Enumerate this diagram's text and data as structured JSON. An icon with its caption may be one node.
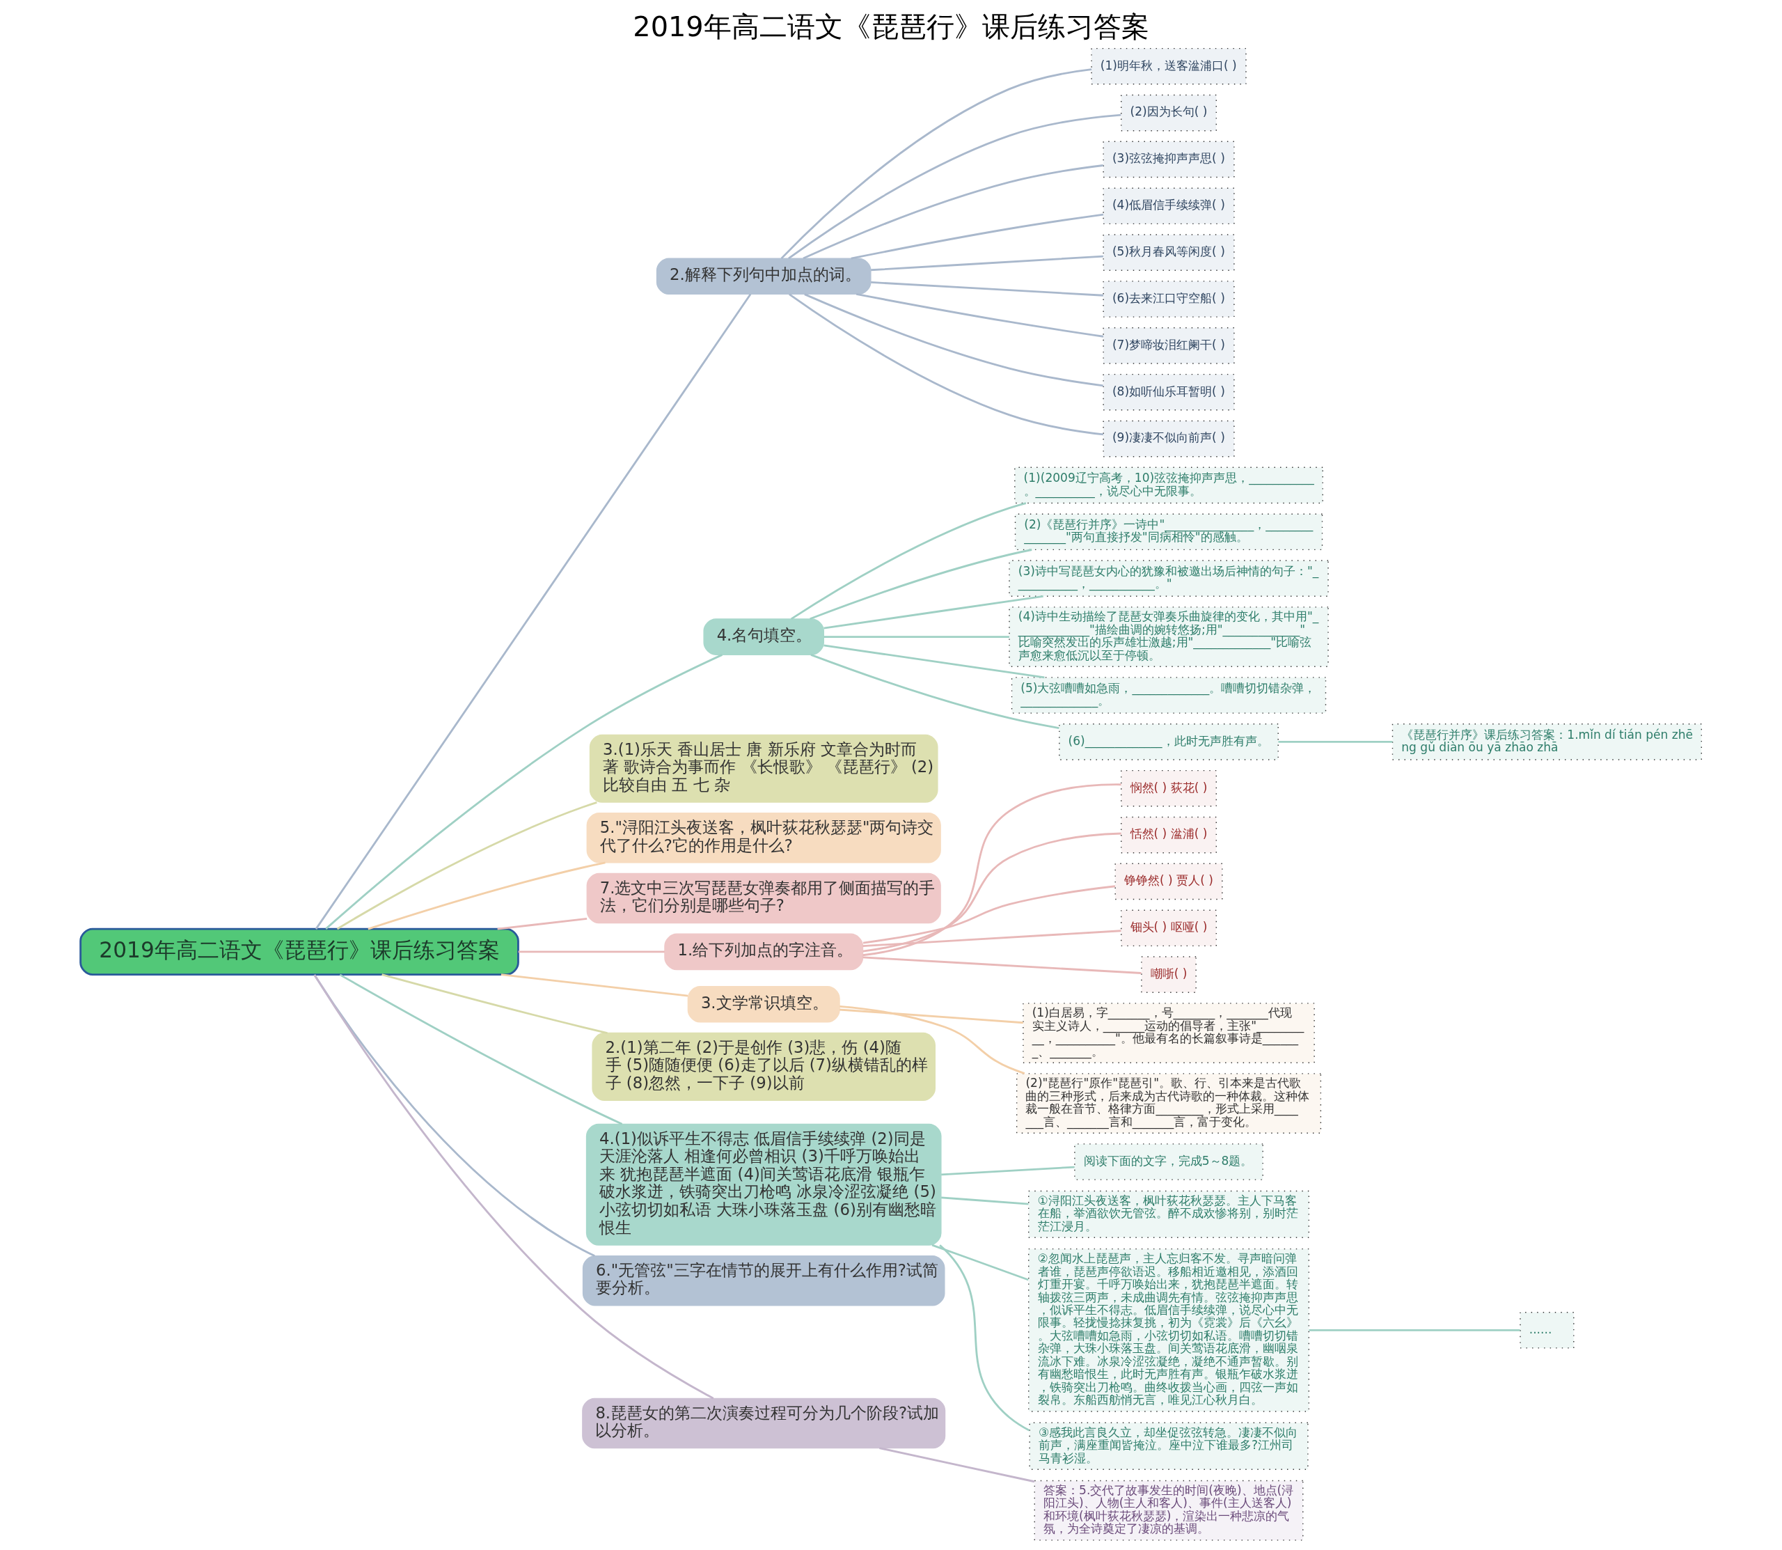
{
  "diagram": {
    "title": "2019年高二语文《琵琶行》课后练习答案",
    "nodes": [
      {
        "text": [
          "2019年高二语文《琵琶行》课后练习答案"
        ]
      },
      {
        "text": [
          "2.解释下列句中加点的词。"
        ]
      },
      {
        "text": [
          "(1)明年秋，送客湓浦口( )"
        ]
      },
      {
        "text": [
          "(2)因为长句( )"
        ]
      },
      {
        "text": [
          "(3)弦弦掩抑声声思( )"
        ]
      },
      {
        "text": [
          "(4)低眉信手续续弹( )"
        ]
      },
      {
        "text": [
          "(5)秋月春风等闲度( )"
        ]
      },
      {
        "text": [
          "(6)去来江口守空船( )"
        ]
      },
      {
        "text": [
          "(7)梦啼妆泪红阑干( )"
        ]
      },
      {
        "text": [
          "(8)如听仙乐耳暂明( )"
        ]
      },
      {
        "text": [
          "(9)凄凄不似向前声( )"
        ]
      },
      {
        "text": [
          "4.名句填空。"
        ]
      },
      {
        "text": [
          "(1)(2009辽宁高考，10)弦弦掩抑声声思，___________。__________，说尽心中无限事。"
        ]
      },
      {
        "text": [
          "(2)《琵琶行并序》一诗中\"_______________，_______________\"两句直接抒发\"同病相怜\"的感触。"
        ]
      },
      {
        "text": [
          "(3)诗中写琵琶女内心的犹豫和被邀出场后神情的句子：\"___________，___________。\""
        ]
      },
      {
        "text": [
          "(4)诗中生动描绘了琵琶女弹奏乐曲旋律的变化，其中用\"_____________\"描绘曲调的婉转悠扬;用\"_____________\"比喻突然发出的乐声雄壮激越;用\"_____________\"比喻弦声愈来愈低沉以至于停顿。"
        ]
      },
      {
        "text": [
          "(5)大弦嘈嘈如急雨，_____________。嘈嘈切切错杂弹，_____________。"
        ]
      },
      {
        "text": [
          "(6)_____________，此时无声胜有声。"
        ]
      },
      {
        "text": [
          "《琵琶行并序》课后练习答案：1.mǐn dí tián pén zhēng gǔ diàn ōu yā zhāo zhā"
        ]
      },
      {
        "text": [
          "3.(1)乐天 香山居士 唐 新乐府 文章合为时而著 歌诗合为事而作 《长恨歌》 《琵琶行》 (2)比较自由 五 七 杂"
        ]
      },
      {
        "text": [
          "5.\"浔阳江头夜送客，枫叶荻花秋瑟瑟\"两句诗交代了什么?它的作用是什么?"
        ]
      },
      {
        "text": [
          "7.选文中三次写琵琶女弹奏都用了侧面描写的手法，它们分别是哪些句子?"
        ]
      },
      {
        "text": [
          "1.给下列加点的字注音。"
        ]
      },
      {
        "text": [
          "悯然( ) 荻花( )"
        ]
      },
      {
        "text": [
          "恬然( ) 湓浦( )"
        ]
      },
      {
        "text": [
          "铮铮然( ) 贾人( )"
        ]
      },
      {
        "text": [
          "钿头( ) 呕哑( )"
        ]
      },
      {
        "text": [
          "嘲哳( )"
        ]
      },
      {
        "text": [
          "3.文学常识填空。"
        ]
      },
      {
        "text": [
          "(1)白居易，字_______，号_______，_______代现实主义诗人，_______运动的倡导者，主张\"__________，__________\"。他最有名的长篇叙事诗是_______、_______。"
        ]
      },
      {
        "text": [
          "(2)\"琵琶行\"原作\"琵琶引\"。歌、行、引本来是古代歌曲的三种形式，后来成为古代诗歌的一种体裁。这种体裁一般在音节、格律方面________，形式上采用_______言、_______言和_______言，富于变化。"
        ]
      },
      {
        "text": [
          "2.(1)第二年 (2)于是创作 (3)悲，伤 (4)随手 (5)随随便便 (6)走了以后 (7)纵横错乱的样子 (8)忽然，一下子 (9)以前"
        ]
      },
      {
        "text": [
          "4.(1)似诉平生不得志 低眉信手续续弹 (2)同是天涯沦落人 相逢何必曾相识 (3)千呼万唤始出来 犹抱琵琶半遮面 (4)间关莺语花底滑 银瓶乍破水浆迸，铁骑突出刀枪鸣 冰泉冷涩弦凝绝 (5)小弦切切如私语 大珠小珠落玉盘 (6)别有幽愁暗恨生"
        ]
      },
      {
        "text": [
          "阅读下面的文字，完成5～8题。"
        ]
      },
      {
        "text": [
          "①浔阳江头夜送客，枫叶荻花秋瑟瑟。主人下马客在船，举酒欲饮无管弦。醉不成欢惨将别，别时茫茫江浸月。"
        ]
      },
      {
        "text": [
          "②忽闻水上琵琶声，主人忘归客不发。寻声暗问弹者谁，琵琶声停欲语迟。移船相近邀相见，添酒回灯重开宴。千呼万唤始出来，犹抱琵琶半遮面。转轴拨弦三两声，未成曲调先有情。弦弦掩抑声声思，似诉平生不得志。低眉信手续续弹，说尽心中无限事。轻拢慢捻抹复挑，初为《霓裳》后《六幺》。大弦嘈嘈如急雨，小弦切切如私语。嘈嘈切切错杂弹，大珠小珠落玉盘。间关莺语花底滑，幽咽泉流冰下难。冰泉冷涩弦凝绝，凝绝不通声暂歇。别有幽愁暗恨生，此时无声胜有声。银瓶乍破水浆迸，铁骑突出刀枪鸣。曲终收拨当心画，四弦一声如裂帛。东船西舫悄无言，唯见江心秋月白。"
        ]
      },
      {
        "text": [
          "......"
        ]
      },
      {
        "text": [
          "③感我此言良久立，却坐促弦弦转急。凄凄不似向前声，满座重闻皆掩泣。座中泣下谁最多?江州司马青衫湿。"
        ]
      },
      {
        "text": [
          "6.\"无管弦\"三字在情节的展开上有什么作用?试简要分析。"
        ]
      },
      {
        "text": [
          "8.琵琶女的第二次演奏过程可分为几个阶段?试加以分析。"
        ]
      },
      {
        "text": [
          "答案：5.交代了故事发生的时间(夜晚)、地点(浔阳江头)、人物(主人和客人)、事件(主人送客人)和环境(枫叶荻花秋瑟瑟)，渲染出一种悲凉的气氛，为全诗奠定了凄凉的基调。"
        ]
      }
    ],
    "edges": [
      {
        "from": 0,
        "to": 1,
        "arrow": "none",
        "color": "#a9b8cc"
      },
      {
        "from": 1,
        "to": 2,
        "arrow": "none",
        "color": "#a9b8cc"
      },
      {
        "from": 1,
        "to": 3,
        "arrow": "none",
        "color": "#a9b8cc"
      },
      {
        "from": 1,
        "to": 4,
        "arrow": "none",
        "color": "#a9b8cc"
      },
      {
        "from": 1,
        "to": 5,
        "arrow": "none",
        "color": "#a9b8cc"
      },
      {
        "from": 1,
        "to": 6,
        "arrow": "none",
        "color": "#a9b8cc"
      },
      {
        "from": 1,
        "to": 7,
        "arrow": "none",
        "color": "#a9b8cc"
      },
      {
        "from": 1,
        "to": 8,
        "arrow": "none",
        "color": "#a9b8cc"
      },
      {
        "from": 1,
        "to": 9,
        "arrow": "none",
        "color": "#a9b8cc"
      },
      {
        "from": 1,
        "to": 10,
        "arrow": "none",
        "color": "#a9b8cc"
      },
      {
        "from": 0,
        "to": 11,
        "arrow": "none"
      },
      {
        "from": 11,
        "to": 12,
        "arrow": "none"
      },
      {
        "from": 11,
        "to": 13,
        "arrow": "none"
      },
      {
        "from": 11,
        "to": 14,
        "arrow": "none"
      },
      {
        "from": 11,
        "to": 15,
        "arrow": "none"
      },
      {
        "from": 11,
        "to": 16,
        "arrow": "none"
      },
      {
        "from": 11,
        "to": 17,
        "arrow": "none"
      },
      {
        "from": 17,
        "to": 18,
        "arrow": "none"
      },
      {
        "from": 0,
        "to": 19,
        "arrow": "none",
        "color": "#d6d9a8"
      },
      {
        "from": 0,
        "to": 20,
        "arrow": "none",
        "color": "#f3cfa8"
      },
      {
        "from": 0,
        "to": 21,
        "arrow": "none",
        "color": "#e8b8b8"
      },
      {
        "from": 0,
        "to": 22,
        "arrow": "none",
        "color": "#e8b8b8"
      },
      {
        "from": 22,
        "to": 23,
        "arrow": "none",
        "color": "#e8b8b8"
      },
      {
        "from": 22,
        "to": 24,
        "arrow": "none",
        "color": "#e8b8b8"
      },
      {
        "from": 22,
        "to": 25,
        "arrow": "none",
        "color": "#e8b8b8"
      },
      {
        "from": 22,
        "to": 26,
        "arrow": "none",
        "color": "#e8b8b8"
      },
      {
        "from": 22,
        "to": 27,
        "arrow": "none",
        "color": "#e8b8b8"
      },
      {
        "from": 0,
        "to": 28,
        "arrow": "none",
        "color": "#f3cfa8"
      },
      {
        "from": 28,
        "to": 29,
        "arrow": "none",
        "color": "#f3cfa8"
      },
      {
        "from": 28,
        "to": 30,
        "arrow": "none",
        "color": "#f3cfa8"
      },
      {
        "from": 0,
        "to": 31,
        "arrow": "none",
        "color": "#d6d9a8"
      },
      {
        "from": 0,
        "to": 32,
        "arrow": "none"
      },
      {
        "from": 32,
        "to": 33,
        "arrow": "none"
      },
      {
        "from": 32,
        "to": 34,
        "arrow": "none"
      },
      {
        "from": 32,
        "to": 35,
        "arrow": "none"
      },
      {
        "from": 35,
        "to": 36,
        "arrow": "none"
      },
      {
        "from": 32,
        "to": 37,
        "arrow": "none"
      },
      {
        "from": 0,
        "to": 38,
        "arrow": "none",
        "color": "#a9b8cc"
      },
      {
        "from": 0,
        "to": 39,
        "arrow": "none",
        "color": "#c4b6cc"
      },
      {
        "from": 39,
        "to": 40,
        "arrow": "none",
        "color": "#c4b6cc"
      }
    ]
  }
}
